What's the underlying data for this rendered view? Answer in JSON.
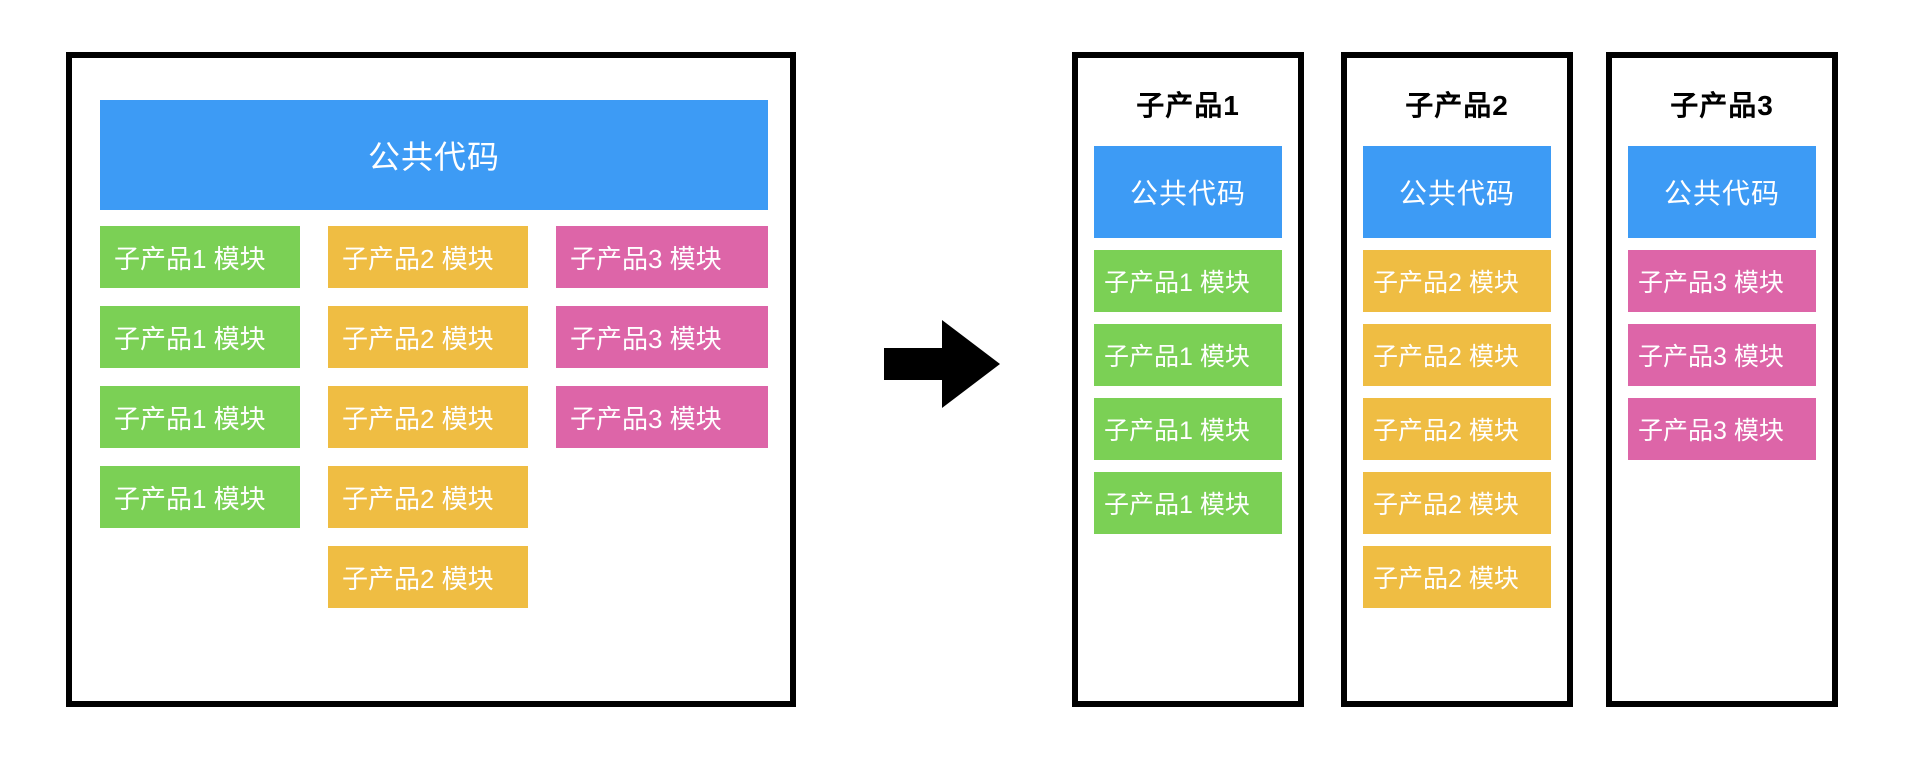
{
  "colors": {
    "common_code": "#3d9bf5",
    "sub1": "#7bd055",
    "sub2": "#efbd43",
    "sub3": "#dd65a8",
    "border": "#000000",
    "background": "#ffffff",
    "chip_text": "#ffffff"
  },
  "labels": {
    "common_code": "公共代码",
    "module_sub1": "子产品1 模块",
    "module_sub2": "子产品2 模块",
    "module_sub3": "子产品3 模块"
  },
  "monolith": {
    "common_code_bar": "公共代码",
    "columns": [
      {
        "product": "子产品1",
        "color": "#7bd055",
        "modules": [
          "子产品1 模块",
          "子产品1 模块",
          "子产品1 模块",
          "子产品1 模块"
        ]
      },
      {
        "product": "子产品2",
        "color": "#efbd43",
        "modules": [
          "子产品2 模块",
          "子产品2 模块",
          "子产品2 模块",
          "子产品2 模块",
          "子产品2 模块"
        ]
      },
      {
        "product": "子产品3",
        "color": "#dd65a8",
        "modules": [
          "子产品3 模块",
          "子产品3 模块",
          "子产品3 模块"
        ]
      }
    ]
  },
  "arrow": {
    "icon": "arrow-right-icon",
    "direction": "right",
    "color": "#000000"
  },
  "sub_products": [
    {
      "title": "子产品1",
      "common_code": "公共代码",
      "color": "#7bd055",
      "modules": [
        "子产品1 模块",
        "子产品1 模块",
        "子产品1 模块",
        "子产品1 模块"
      ]
    },
    {
      "title": "子产品2",
      "common_code": "公共代码",
      "color": "#efbd43",
      "modules": [
        "子产品2 模块",
        "子产品2 模块",
        "子产品2 模块",
        "子产品2 模块",
        "子产品2 模块"
      ]
    },
    {
      "title": "子产品3",
      "common_code": "公共代码",
      "color": "#dd65a8",
      "modules": [
        "子产品3 模块",
        "子产品3 模块",
        "子产品3 模块"
      ]
    }
  ]
}
